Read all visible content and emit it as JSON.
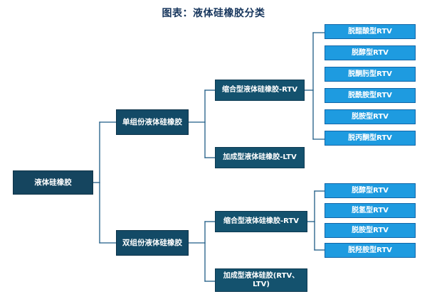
{
  "title": "图表：液体硅橡胶分类",
  "colors": {
    "title": "#17365D",
    "root_fill": "#15455F",
    "level2_fill": "#134A66",
    "level3_fill": "#14526E",
    "leaf_fill": "#1E9BE0",
    "connector": "#1F5C86",
    "background": "#FFFFFF"
  },
  "chart_data": {
    "type": "tree",
    "title": "图表：液体硅橡胶分类",
    "orientation": "left-to-right",
    "root": {
      "label": "液体硅橡胶",
      "children": [
        {
          "label": "单组份液体硅橡胶",
          "children": [
            {
              "label": "缩合型液体硅橡胶-RTV",
              "children": [
                {
                  "label": "脱醋酸型RTV"
                },
                {
                  "label": "脱醇型RTV"
                },
                {
                  "label": "脱酮肟型RTV"
                },
                {
                  "label": "脱酰胺型RTV"
                },
                {
                  "label": "脱胺型RTV"
                },
                {
                  "label": "脱丙酮型RTV"
                }
              ]
            },
            {
              "label": "加成型液体硅橡胶-LTV",
              "children": []
            }
          ]
        },
        {
          "label": "双组份液体硅橡胶",
          "children": [
            {
              "label": "缩合型液体硅橡胶-RTV",
              "children": [
                {
                  "label": "脱醇型RTV"
                },
                {
                  "label": "脱氢型RTV"
                },
                {
                  "label": "脱胺型RTV"
                },
                {
                  "label": "脱羟胺型RTV"
                }
              ]
            },
            {
              "label": "加成型液体硅胶(RTV、LTV)",
              "children": []
            }
          ]
        }
      ]
    }
  },
  "nodes": {
    "root": {
      "label": "液体硅橡胶"
    },
    "level2": {
      "single": {
        "label": "单组份液体硅橡胶"
      },
      "dual": {
        "label": "双组份液体硅橡胶"
      }
    },
    "level3": {
      "single_condensation": {
        "label": "缩合型液体硅橡胶-RTV"
      },
      "single_addition": {
        "label": "加成型液体硅橡胶-LTV"
      },
      "dual_condensation": {
        "label": "缩合型液体硅橡胶-RTV"
      },
      "dual_addition": {
        "label": "加成型液体硅胶(RTV、LTV)"
      }
    },
    "leaves_top": [
      {
        "label": "脱醋酸型RTV"
      },
      {
        "label": "脱醇型RTV"
      },
      {
        "label": "脱酮肟型RTV"
      },
      {
        "label": "脱酰胺型RTV"
      },
      {
        "label": "脱胺型RTV"
      },
      {
        "label": "脱丙酮型RTV"
      }
    ],
    "leaves_bottom": [
      {
        "label": "脱醇型RTV"
      },
      {
        "label": "脱氢型RTV"
      },
      {
        "label": "脱胺型RTV"
      },
      {
        "label": "脱羟胺型RTV"
      }
    ]
  }
}
